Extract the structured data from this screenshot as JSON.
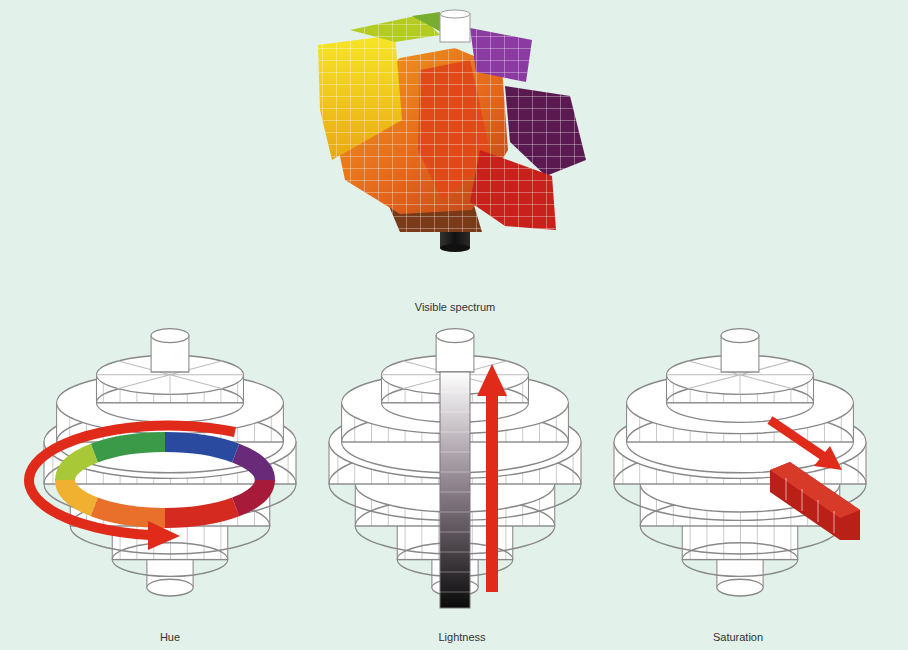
{
  "diagram": {
    "labels": [
      "Visible spectrum",
      "Hue",
      "Lightness",
      "Saturation"
    ]
  }
}
